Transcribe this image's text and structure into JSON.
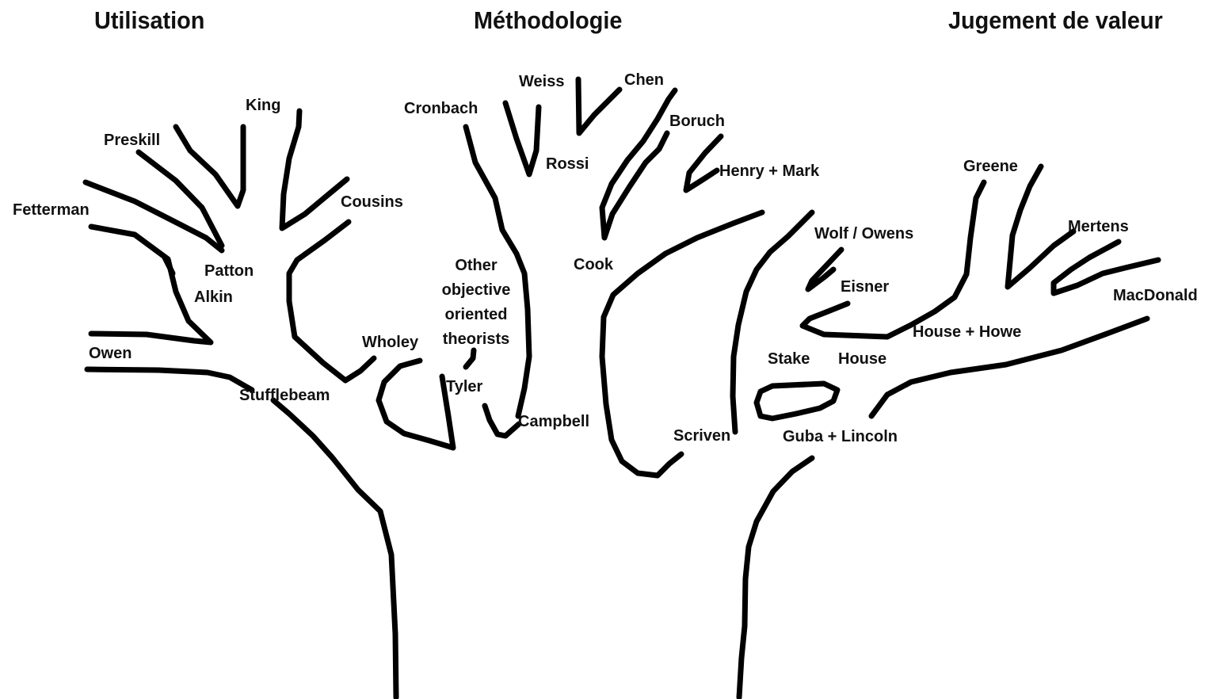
{
  "headings": {
    "use": "Utilisation",
    "methods": "Méthodologie",
    "valuing": "Jugement de valeur"
  },
  "labels": {
    "king": "King",
    "preskill": "Preskill",
    "fetterman": "Fetterman",
    "cousins": "Cousins",
    "patton": "Patton",
    "alkin": "Alkin",
    "owen": "Owen",
    "stufflebeam": "Stufflebeam",
    "wholey": "Wholey",
    "weiss": "Weiss",
    "chen": "Chen",
    "cronbach": "Cronbach",
    "rossi": "Rossi",
    "boruch": "Boruch",
    "henry_mark": "Henry + Mark",
    "cook": "Cook",
    "other_objective": [
      "Other",
      "objective",
      "oriented",
      "theorists"
    ],
    "tyler": "Tyler",
    "campbell": "Campbell",
    "scriven": "Scriven",
    "wolf_owens": "Wolf / Owens",
    "eisner": "Eisner",
    "greene": "Greene",
    "mertens": "Mertens",
    "macdonald": "MacDonald",
    "house_howe": "House + Howe",
    "stake": "Stake",
    "house": "House",
    "guba_lincoln": "Guba + Lincoln"
  },
  "colors": {
    "ink": "#000000",
    "text": "#111111",
    "background": "#ffffff"
  }
}
